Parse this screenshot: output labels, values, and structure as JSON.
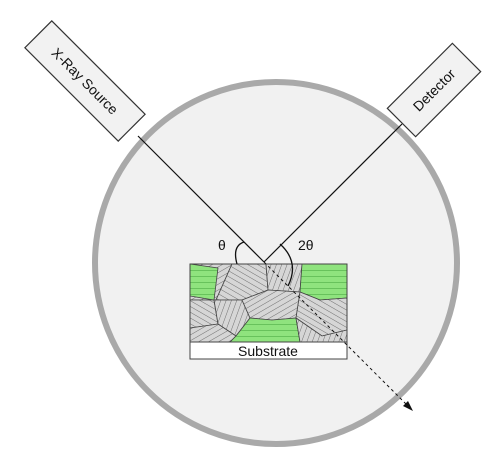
{
  "source_label": "X-Ray Source",
  "detector_label": "Detector",
  "theta_label": "θ",
  "two_theta_label": "2θ",
  "substrate_label": "Substrate",
  "colors": {
    "chamber_fill": "#f1f1f1",
    "chamber_ring": "#a9a9a9",
    "grain_green": "#8fe37e",
    "grain_gray": "#d4d4d4",
    "beam": "#111111"
  }
}
